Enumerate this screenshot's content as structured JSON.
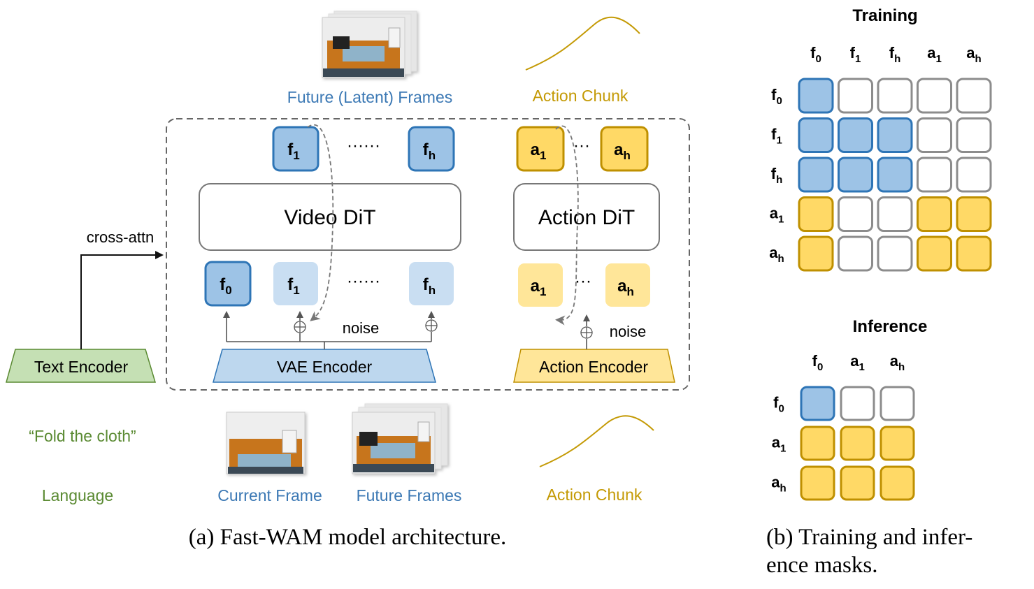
{
  "figure_a": {
    "caption": "(a) Fast-WAM model architecture.",
    "top_labels": {
      "future_latent_frames": "Future (Latent) Frames",
      "action_chunk": "Action Chunk"
    },
    "bottom_labels": {
      "language_quote": "“Fold the cloth”",
      "language": "Language",
      "current_frame": "Current Frame",
      "future_frames": "Future Frames",
      "action_chunk": "Action Chunk"
    },
    "video_dit": "Video DiT",
    "action_dit": "Action DiT",
    "vae_encoder": "VAE Encoder",
    "action_encoder": "Action Encoder",
    "text_encoder": "Text Encoder",
    "cross_attn": "cross-attn",
    "noise_left": "noise",
    "noise_right": "noise",
    "ellipsis_long": "······",
    "ellipsis_short": "···",
    "tokens": {
      "f": "f",
      "a": "a",
      "sub_0": "0",
      "sub_1": "1",
      "sub_h": "h"
    }
  },
  "figure_b": {
    "caption_line1": "(b) Training and infer-",
    "caption_line2": "ence masks.",
    "training_title": "Training",
    "inference_title": "Inference",
    "training_matrix": [
      [
        "blue",
        "empty",
        "empty",
        "empty",
        "empty"
      ],
      [
        "blue",
        "blue",
        "blue",
        "empty",
        "empty"
      ],
      [
        "blue",
        "blue",
        "blue",
        "empty",
        "empty"
      ],
      [
        "gold",
        "empty",
        "empty",
        "gold",
        "gold"
      ],
      [
        "gold",
        "empty",
        "empty",
        "gold",
        "gold"
      ]
    ],
    "inference_matrix": [
      [
        "blue",
        "empty",
        "empty"
      ],
      [
        "gold",
        "gold",
        "gold"
      ],
      [
        "gold",
        "gold",
        "gold"
      ]
    ]
  },
  "colors": {
    "blue_fill": "#9dc3e6",
    "blue_stroke": "#2e75b6",
    "light_blue": "#c9def2",
    "gold_fill": "#ffd966",
    "gold_stroke": "#bf9000",
    "light_gold": "#ffe699",
    "green_fill": "#c5e0b4",
    "gray_stroke": "#8c8c8c"
  },
  "icons": [
    "robot-photo-stack",
    "robot-photo-single",
    "action-curve"
  ]
}
